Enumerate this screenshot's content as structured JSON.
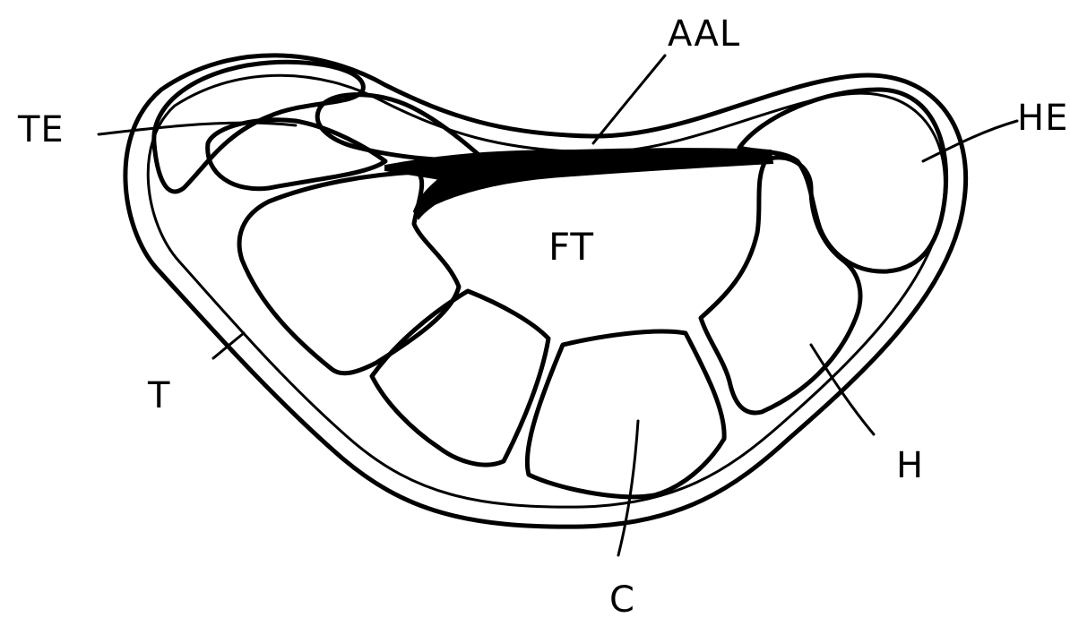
{
  "labels": {
    "aal": "AAL",
    "te": "TE",
    "he": "HE",
    "ft": "FT",
    "t": "T",
    "h": "H",
    "c": "C"
  },
  "ink_color": "#000000",
  "background_color": "#ffffff"
}
